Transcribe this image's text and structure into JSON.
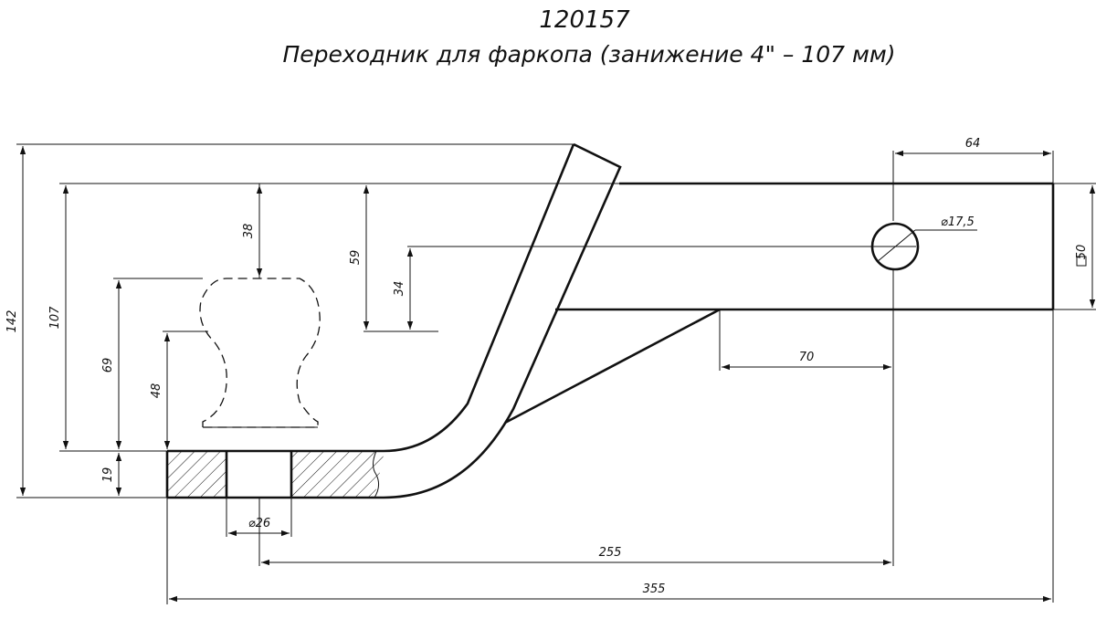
{
  "title": {
    "part_number": "120157",
    "description": "Переходник для фаркопа  (занижение 4\" – 107 мм)"
  },
  "dimensions": {
    "d142": "142",
    "d107": "107",
    "d69": "69",
    "d48": "48",
    "d19": "19",
    "d38": "38",
    "d59": "59",
    "d34": "34",
    "d64": "64",
    "d70": "70",
    "d255": "255",
    "d355": "355",
    "hole": "⌀17,5",
    "ball_hole": "⌀26",
    "square": "50"
  },
  "colors": {
    "line": "#111111",
    "background": "#ffffff"
  }
}
